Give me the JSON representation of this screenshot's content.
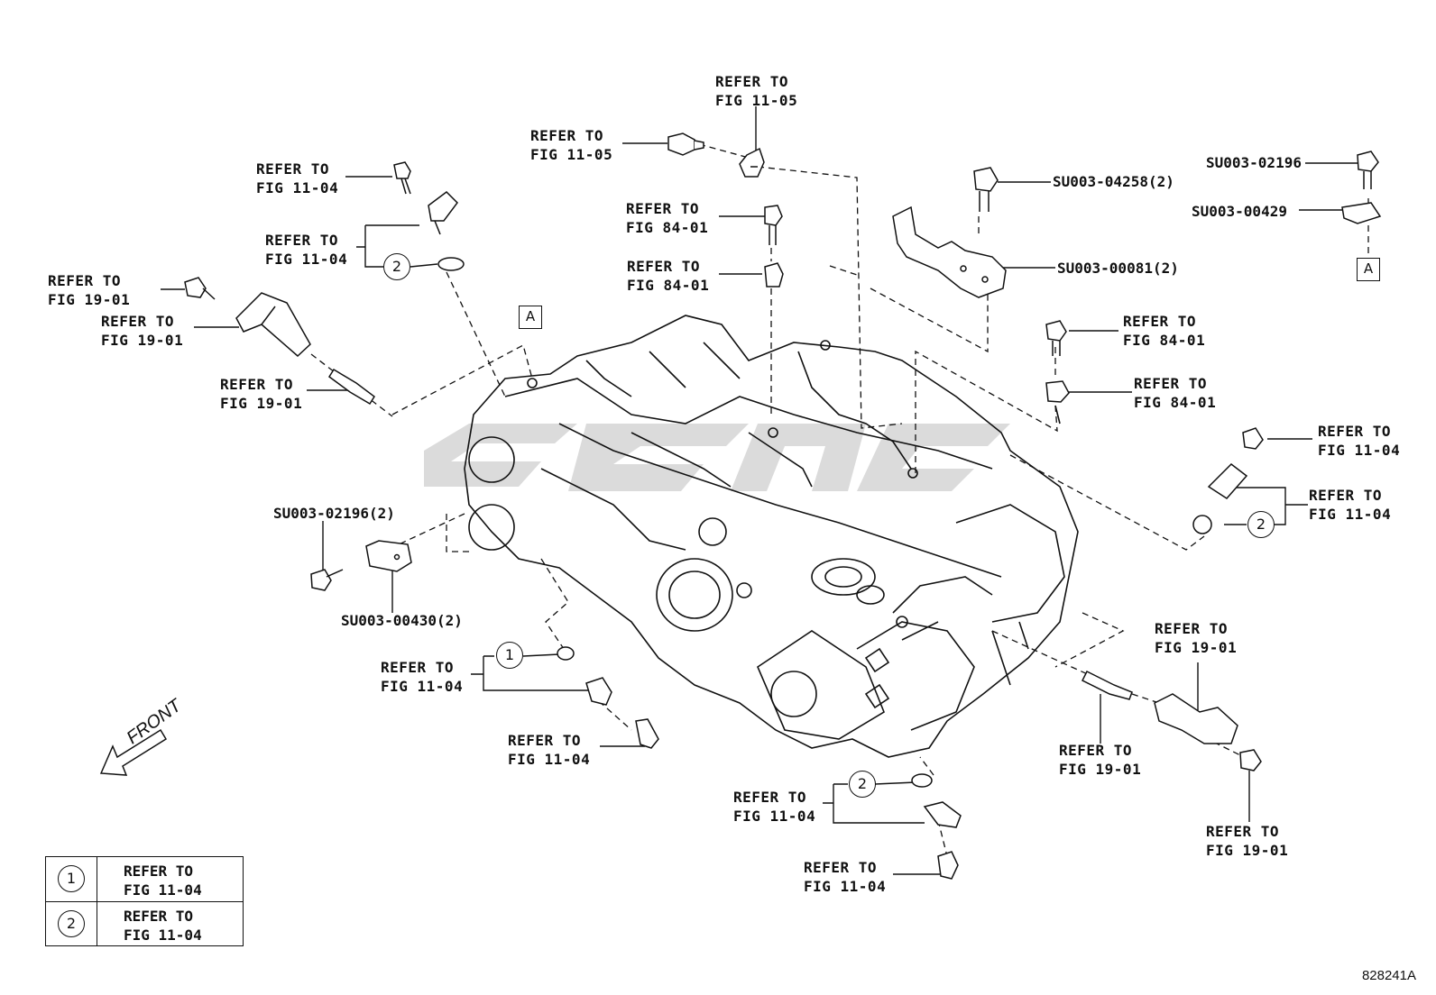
{
  "refer_label": "REFER TO",
  "callouts": [
    {
      "id": "c1",
      "fig": "FIG 11-05"
    },
    {
      "id": "c2",
      "fig": "FIG 11-05"
    },
    {
      "id": "c3",
      "fig": "FIG 11-04"
    },
    {
      "id": "c4",
      "fig": "FIG 11-04"
    },
    {
      "id": "c5",
      "fig": "FIG 19-01"
    },
    {
      "id": "c6",
      "fig": "FIG 19-01"
    },
    {
      "id": "c7",
      "fig": "FIG 19-01"
    },
    {
      "id": "c8",
      "fig": "FIG 84-01"
    },
    {
      "id": "c9",
      "fig": "FIG 84-01"
    },
    {
      "id": "c10",
      "fig": "FIG 84-01"
    },
    {
      "id": "c11",
      "fig": "FIG 84-01"
    },
    {
      "id": "c12",
      "fig": "FIG 11-04"
    },
    {
      "id": "c13",
      "fig": "FIG 11-04"
    },
    {
      "id": "c14",
      "fig": "FIG 11-04"
    },
    {
      "id": "c15",
      "fig": "FIG 11-04"
    },
    {
      "id": "c16",
      "fig": "FIG 19-01"
    },
    {
      "id": "c17",
      "fig": "FIG 19-01"
    },
    {
      "id": "c18",
      "fig": "FIG 19-01"
    },
    {
      "id": "c19",
      "fig": "FIG 11-04"
    },
    {
      "id": "c20",
      "fig": "FIG 11-04"
    }
  ],
  "part_codes": {
    "bolt_top_right": "SU003-02196",
    "plate_top_right": "SU003-00429",
    "bolt_center": "SU003-04258(2)",
    "bracket_center": "SU003-00081(2)",
    "bolt_left": "SU003-02196(2)",
    "bracket_left": "SU003-00430(2)"
  },
  "markers": {
    "a_label": "A",
    "circle_1": "1",
    "circle_2": "2"
  },
  "legend": {
    "rows": [
      {
        "symbol": "1",
        "line1": "REFER TO",
        "line2": "FIG 11-04"
      },
      {
        "symbol": "2",
        "line1": "REFER TO",
        "line2": "FIG 11-04"
      }
    ]
  },
  "front_label": "FRONT",
  "diagram_code": "828241A",
  "watermark_text": "GGAC"
}
